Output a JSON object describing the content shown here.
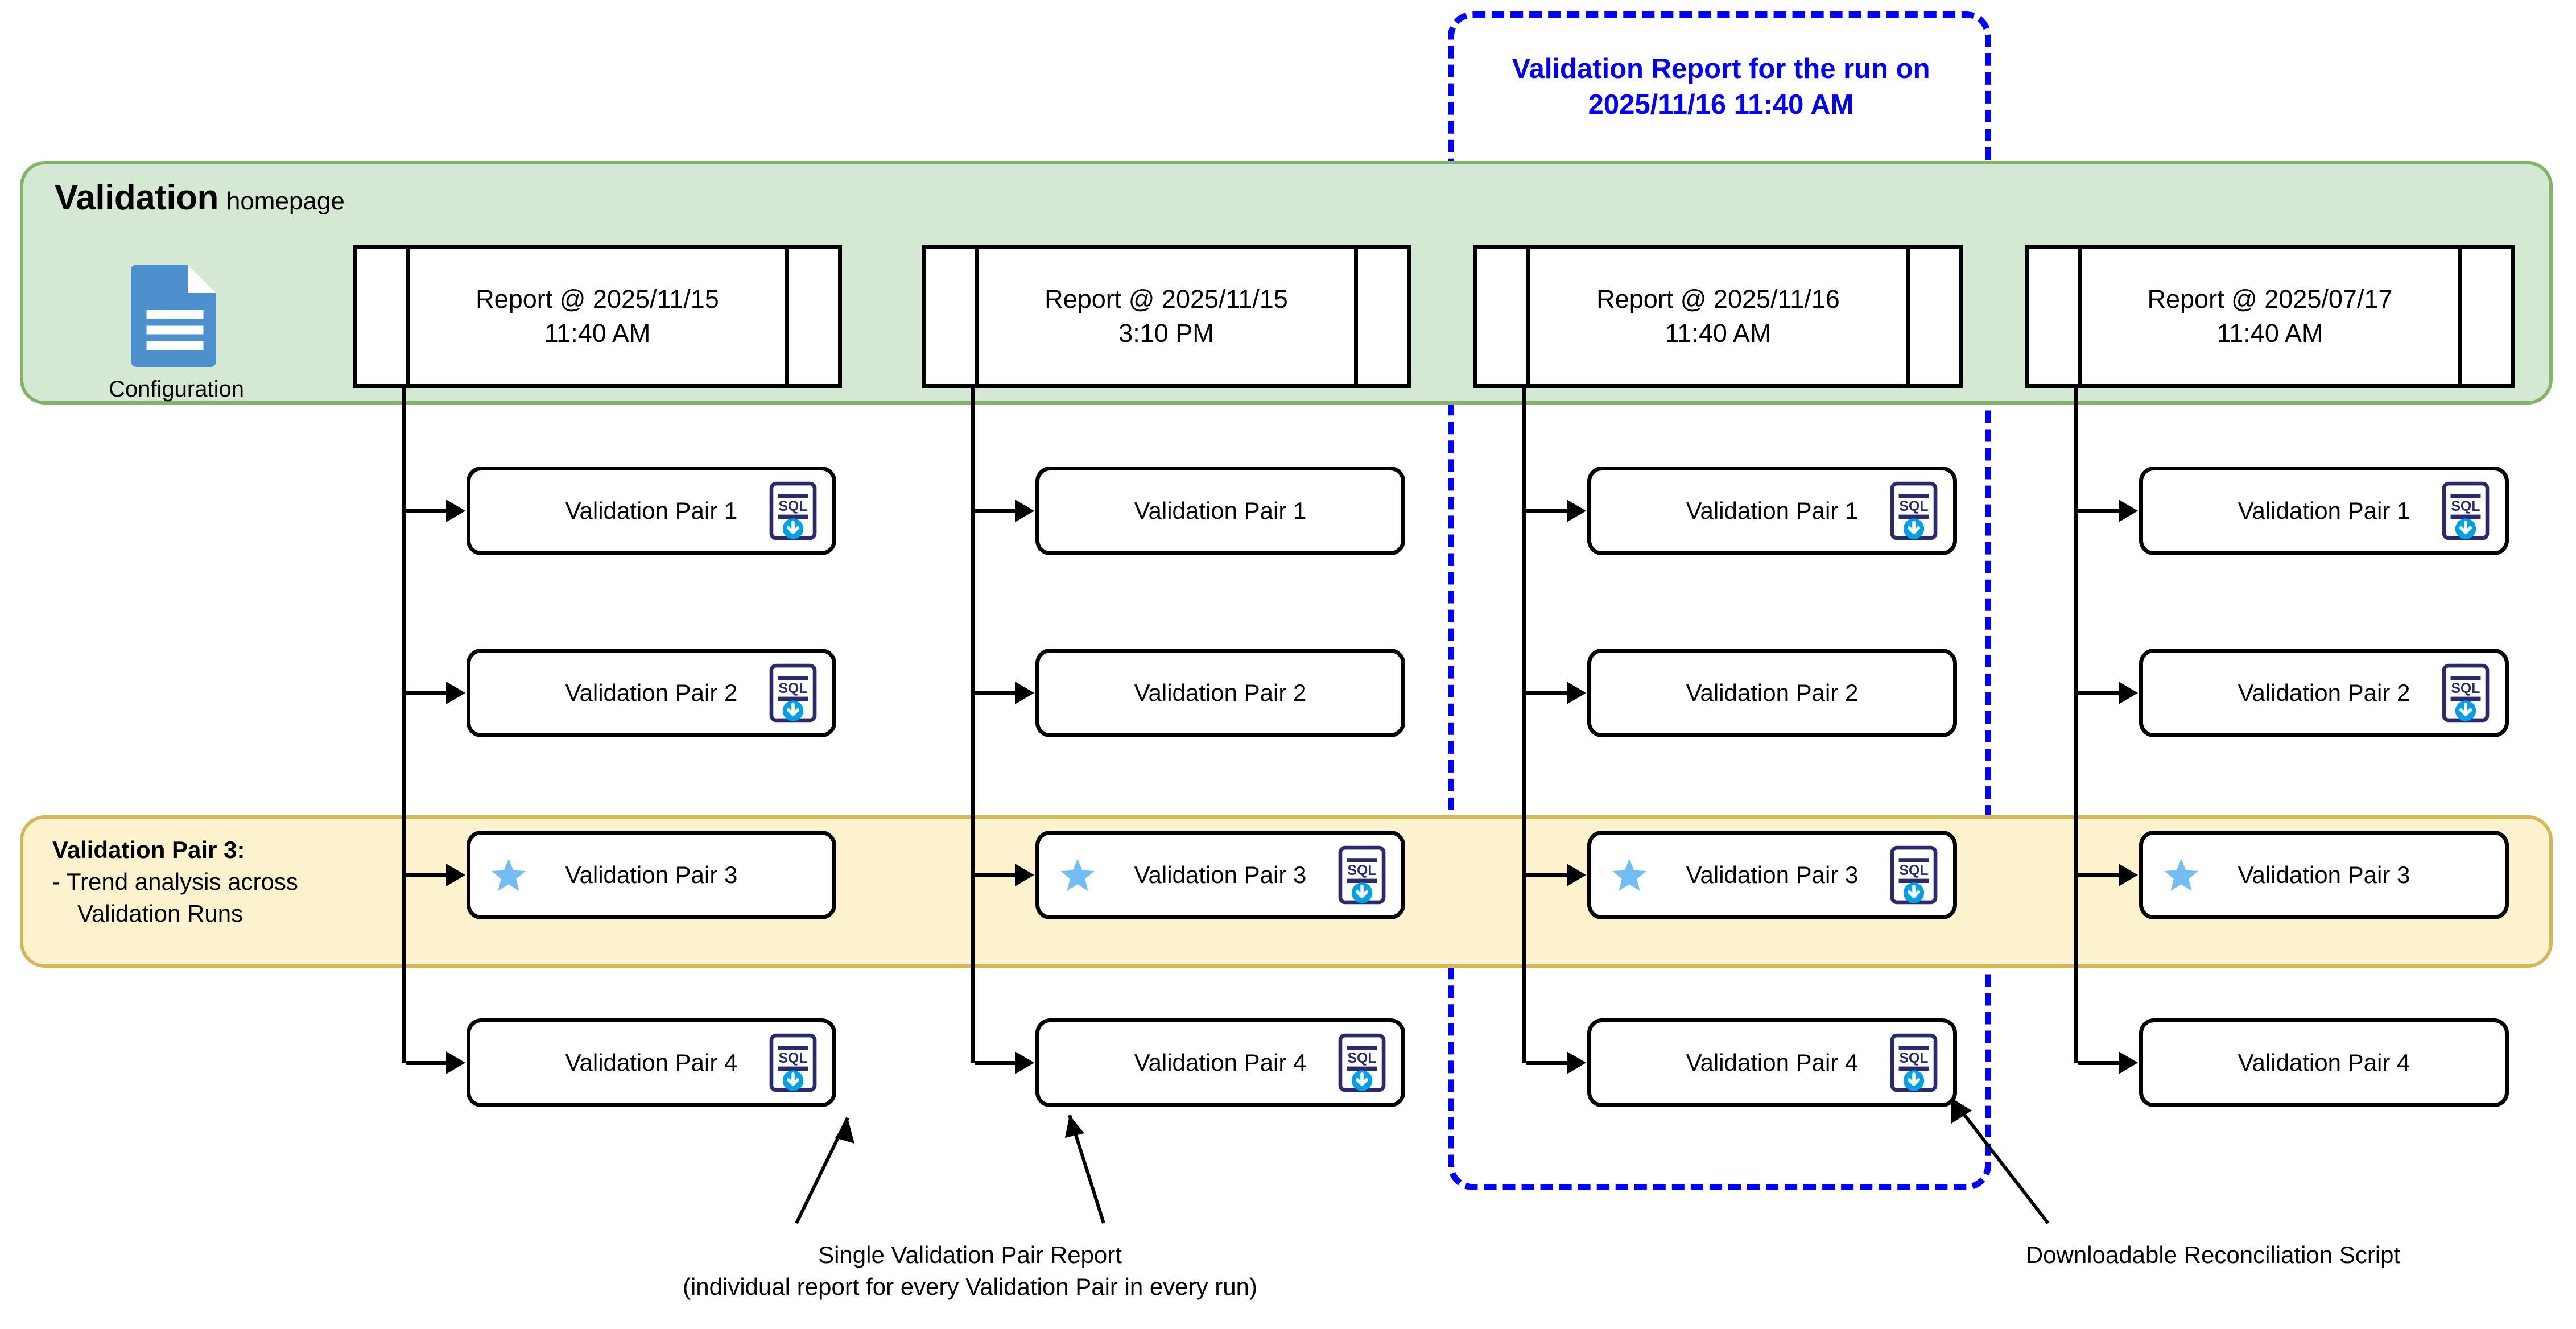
{
  "callout": {
    "line1": "Validation Report for the run on",
    "line2": "2025/11/16 11:40 AM",
    "color": "#0000FF"
  },
  "green_band": {
    "title_bold": "Validation",
    "title_normal": "homepage",
    "fill": "#D5E8D4",
    "stroke": "#82B366"
  },
  "yellow_band": {
    "heading": "Validation Pair 3:",
    "line2": "- Trend analysis across",
    "line3": "Validation Runs",
    "fill": "#FDF2CE",
    "stroke": "#D6B656"
  },
  "configuration": {
    "label": "Configuration",
    "icon": "document-icon",
    "color": "#4D90CD"
  },
  "reports": [
    {
      "line1": "Report @ 2025/11/15",
      "line2": "11:40 AM"
    },
    {
      "line1": "Report @ 2025/11/15",
      "line2": "3:10 PM"
    },
    {
      "line1": "Report @ 2025/11/16",
      "line2": "11:40 AM"
    },
    {
      "line1": "Report @ 2025/07/17",
      "line2": "11:40 AM"
    }
  ],
  "pair_rows": [
    {
      "label": "Validation Pair 1",
      "star": [
        false,
        false,
        false,
        false
      ],
      "sql": [
        true,
        false,
        true,
        true
      ]
    },
    {
      "label": "Validation Pair 2",
      "star": [
        false,
        false,
        false,
        false
      ],
      "sql": [
        true,
        false,
        false,
        true
      ]
    },
    {
      "label": "Validation Pair 3",
      "star": [
        true,
        true,
        true,
        true
      ],
      "sql": [
        false,
        true,
        true,
        false
      ]
    },
    {
      "label": "Validation Pair 4",
      "star": [
        false,
        false,
        false,
        false
      ],
      "sql": [
        true,
        true,
        true,
        false
      ]
    }
  ],
  "annotations": {
    "left_line1": "Single Validation Pair Report",
    "left_line2": "(individual report for every Validation Pair in every run)",
    "right_line1": "Downloadable Reconciliation Script"
  },
  "icons": {
    "sql_label": "SQL",
    "sql_doc_stroke": "#2B2B6B",
    "sql_arrow_fill": "#00A0E9",
    "star_fill": "#73BDF5"
  }
}
